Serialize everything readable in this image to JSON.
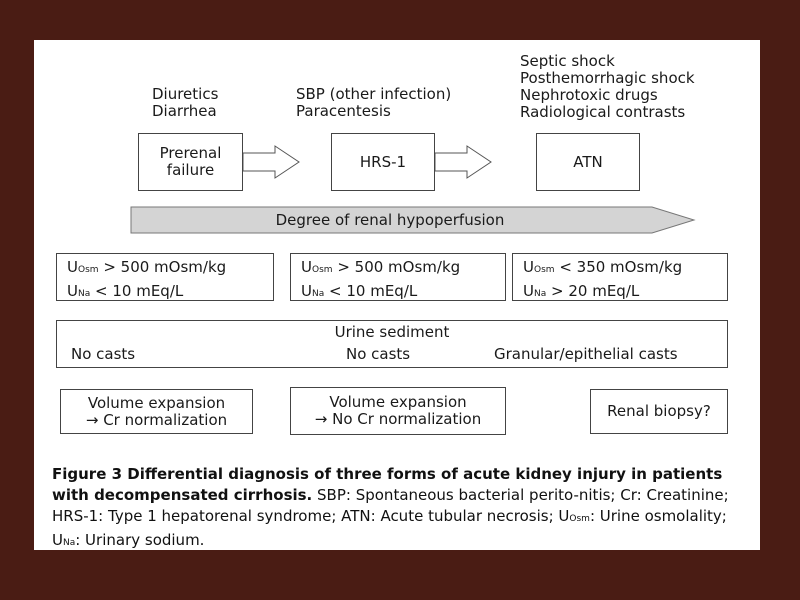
{
  "causes": {
    "prerenal": [
      "Diuretics",
      "Diarrhea"
    ],
    "hrs": [
      "SBP (other infection)",
      "Paracentesis"
    ],
    "atn": [
      "Septic shock",
      "Posthemorrhagic shock",
      "Nephrotoxic drugs",
      "Radiological contrasts"
    ]
  },
  "stages": {
    "prerenal": [
      "Prerenal",
      "failure"
    ],
    "hrs": "HRS-1",
    "atn": "ATN"
  },
  "hypoperfusion_label": "Degree of renal hypoperfusion",
  "urine_tests": [
    {
      "uosm_prefix": "U",
      "uosm_sub": "Osm",
      "uosm_value": "> 500 mOsm/kg",
      "una_prefix": "U",
      "una_sub": "Na",
      "una_value": "< 10 mEq/L"
    },
    {
      "uosm_prefix": "U",
      "uosm_sub": "Osm",
      "uosm_value": "> 500 mOsm/kg",
      "una_prefix": "U",
      "una_sub": "Na",
      "una_value": "< 10 mEq/L"
    },
    {
      "uosm_prefix": "U",
      "uosm_sub": "Osm",
      "uosm_value": "< 350 mOsm/kg",
      "una_prefix": "U",
      "una_sub": "Na",
      "una_value": "> 20 mEq/L"
    }
  ],
  "sediment": {
    "title": "Urine sediment",
    "values": [
      "No casts",
      "No casts",
      "Granular/epithelial casts"
    ]
  },
  "management": {
    "prerenal": [
      "Volume expansion",
      "→ Cr normalization"
    ],
    "hrs": [
      "Volume expansion",
      "→ No Cr normalization"
    ],
    "atn": "Renal biopsy?"
  },
  "caption": {
    "bold": "Figure 3  Differential diagnosis of three forms of acute kidney injury in patients with decompensated cirrhosis.",
    "text_1": " SBP: Spontaneous bacterial perito-nitis; Cr: Creatinine; HRS-1: Type 1 hepatorenal syndrome; ATN: Acute tubular necrosis; U",
    "sub_1": "Osm",
    "text_2": ": Urine osmolality; U",
    "sub_2": "Na",
    "text_3": ": Urinary sodium."
  },
  "colors": {
    "background": "#4a1c14",
    "slide": "#ffffff",
    "hypoperfusion_arrow": "#d4d4d4"
  }
}
